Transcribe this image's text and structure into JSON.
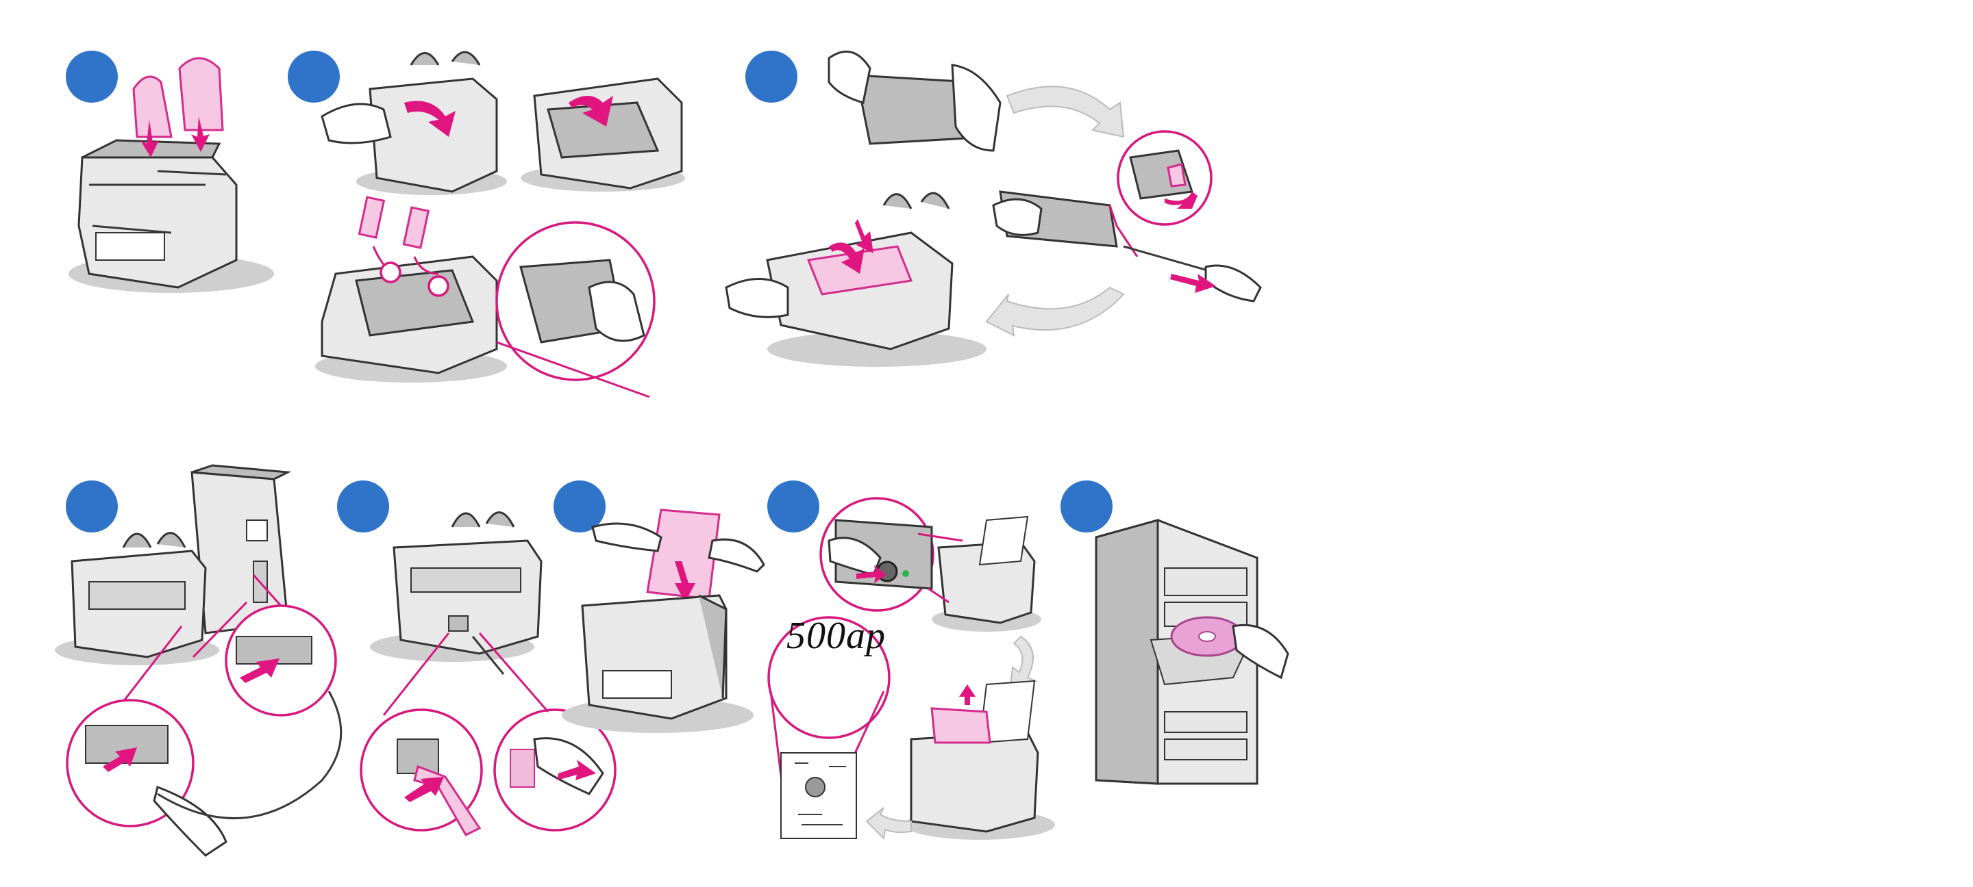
{
  "steps": [
    {
      "id": "1",
      "subject": "remove-packing-inserts"
    },
    {
      "id": "2",
      "subject": "open-doors-remove-tape"
    },
    {
      "id": "3",
      "subject": "install-toner-cartridge"
    },
    {
      "id": "4",
      "subject": "connect-parallel-cable"
    },
    {
      "id": "5",
      "subject": "connect-power-cord"
    },
    {
      "id": "6",
      "subject": "load-paper"
    },
    {
      "id": "7",
      "subject": "print-self-test"
    },
    {
      "id": "8",
      "subject": "insert-software-cd"
    }
  ],
  "sample_print_text": "500ap",
  "colors": {
    "step_marker": "#2f74c9",
    "accent_magenta": "#d8187f",
    "accent_pink": "#f7c8e3",
    "status_led": "#2bb24c"
  }
}
